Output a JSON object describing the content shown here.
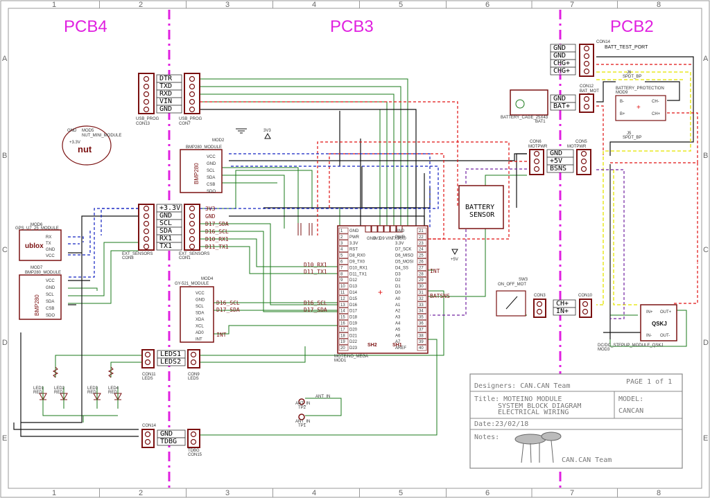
{
  "sections": [
    "PCB4",
    "PCB3",
    "PCB2"
  ],
  "grid": {
    "cols": [
      "1",
      "2",
      "3",
      "4",
      "5",
      "6",
      "7",
      "8"
    ],
    "rows": [
      "A",
      "B",
      "C",
      "D",
      "E"
    ]
  },
  "connectors": {
    "usb_prog_pins": [
      "DTR",
      "TXD",
      "RXD",
      "VIN",
      "GND"
    ],
    "usb_prog_a": "USB_PROG",
    "usb_prog_a_ref": "CON13",
    "usb_prog_b": "USB_PROG",
    "usb_prog_b_ref": "CON7",
    "ext_sensors_pins": [
      "+3.3V",
      "GND",
      "SCL",
      "SDA",
      "RX1",
      "TX1"
    ],
    "ext_sensors_a": "EXT_SENSORS",
    "ext_sensors_a_ref": "CON8",
    "ext_sensors_b": "EXT_SENSORS",
    "ext_sensors_b_ref": "CON1",
    "ext_nets": [
      "3V3",
      "GND",
      "D17_SDA",
      "D16_SCL",
      "D10_RX1",
      "D11_TX1"
    ],
    "leds_pins": [
      "LEDS1",
      "LEDS2"
    ],
    "leds_a_ref": "CON11",
    "leds_b_ref": "CON9",
    "leds_name": "LEDS",
    "tdbg_pins": [
      "GND",
      "TDBG"
    ],
    "tdbg_a_ref": "CON14",
    "tdbg_b_ref": "CON15",
    "tdbg_name": "TDBG",
    "batt_test_pins": [
      "GND",
      "GND",
      "CHG+",
      "CHG+"
    ],
    "batt_test_ref": "CON14",
    "batt_test_name": "BATT_TEST_PORT",
    "bat_mot_pins": [
      "GND",
      "BAT+"
    ],
    "bat_mot_ref": "CON12",
    "bat_mot_name": "BAT_MOT",
    "motpwr_pins": [
      "GND",
      "+5V",
      "BSNS"
    ],
    "motpwr_a": "CON6",
    "motpwr_a_name": "MOTPWR",
    "motpwr_b": "CON5",
    "motpwr_b_name": "MOTPWR",
    "ch_pins": [
      "CH+",
      "IN+"
    ],
    "ch_a_ref": "CON3",
    "ch_b_ref": "CON10"
  },
  "modules": {
    "nut": {
      "ref": "MOD5",
      "name": "NUT_MINI_MODULE",
      "label": "nut",
      "pins": [
        "GND",
        "+3.3V"
      ]
    },
    "bmp_top": {
      "ref": "MOD2",
      "name": "BMP280_MODULE",
      "chip": "BMP280",
      "pins": [
        "VCC",
        "GND",
        "SCL",
        "SDA",
        "CSB",
        "SDO"
      ]
    },
    "gps": {
      "ref": "MOD6",
      "name": "GPS_U7_25_MODULE",
      "brand": "ublox",
      "pins": [
        "RX",
        "TX",
        "GND",
        "VCC"
      ]
    },
    "bmp_left": {
      "ref": "MOD7",
      "name": "BMP280_MODULE",
      "chip": "BMP280",
      "pins": [
        "VCC",
        "GND",
        "SCL",
        "SDA",
        "CSB",
        "SDO"
      ]
    },
    "gy521": {
      "ref": "MOD4",
      "name": "GY-521_MODULE",
      "pins": [
        "VCC",
        "GND",
        "SCL",
        "SDA",
        "XDA",
        "XCL",
        "AD0",
        "INT"
      ],
      "nets": [
        "D16_SCL",
        "D17_SDA",
        "INT"
      ]
    },
    "moteino": {
      "ref": "MOD1",
      "name": "MOTEINO_MEGA",
      "sh": [
        "SH2",
        "SH1"
      ],
      "top_pins": [
        "GND",
        "3V3",
        "D9",
        "VIN",
        "TX0",
        "RX0"
      ],
      "left": [
        "GND",
        "PWR",
        "3.3V",
        "RST",
        "D8_RX0",
        "D9_TX0",
        "D10_RX1",
        "D11_TX1",
        "D12",
        "D13",
        "D14",
        "D15",
        "D16",
        "D17",
        "D18",
        "D19",
        "D20",
        "D21",
        "D22",
        "D23"
      ],
      "right": [
        "GND",
        "PWR",
        "3.3V",
        "D7_SCK",
        "D6_MISO",
        "D5_MOSI",
        "D4_SS",
        "D3",
        "D2",
        "D1",
        "D0",
        "A0",
        "A1",
        "A2",
        "A3",
        "A4",
        "A5",
        "A6",
        "A7",
        "AREF"
      ],
      "nets_left": [
        "D10_RX1",
        "D11_TX1",
        "D16_SCL",
        "D17_SDA"
      ],
      "nets_right": [
        "INT",
        "BATSNS"
      ]
    },
    "battery_sensor": "BATTERY SENSOR",
    "battery_cage": {
      "ref": "BAT1",
      "name": "BATTERY_CAGE_25X43"
    },
    "battery_protection": {
      "ref": "MOD9",
      "name": "BATTERY_PROTECTION",
      "pins": [
        "B-",
        "CH-",
        "B+",
        "CH+"
      ]
    },
    "jumpers": [
      "J6",
      "SPDT_BP",
      "J5",
      "SPDT_BP"
    ],
    "switch": {
      "ref": "SW3",
      "name": "ON_OFF_MOT"
    },
    "dcdc": {
      "ref": "MOD3",
      "name": "DC/DC_STEPUP_MODULE_QSKJ",
      "label": "QSKJ",
      "pins": [
        "IN+",
        "OUT+",
        "IN-",
        "OUT-"
      ]
    },
    "antenna": {
      "label": "ANT_IN",
      "tp": [
        "ANT_IN",
        "TP2",
        "ANT_IN",
        "TP1"
      ]
    },
    "leds": [
      "LED1",
      "LED2",
      "LED3",
      "LED4"
    ],
    "led_color": "RED",
    "power": [
      "3V3",
      "+5V"
    ]
  },
  "title_block": {
    "designers": "Designers: CAN.CAN Team",
    "page": "PAGE 1 of 1",
    "title_line1": "Title: MOTEINO MODULE",
    "title_line2": "SYSTEM BLOCK DIAGRAM",
    "title_line3": "ELECTRICAL WIRING",
    "model_label": "MODEL:",
    "model": "CANCAN",
    "date": "Date:23/02/18",
    "notes": "Notes:",
    "team": "CAN.CAN  Team"
  },
  "colors": {
    "section": "#e020e0",
    "outline": "#7a1010",
    "red_net": "#e01010",
    "blue_net": "#1020c0",
    "yellow_net": "#e8e820",
    "purple_net": "#7020a0",
    "green_net": "#1a7a1a"
  }
}
